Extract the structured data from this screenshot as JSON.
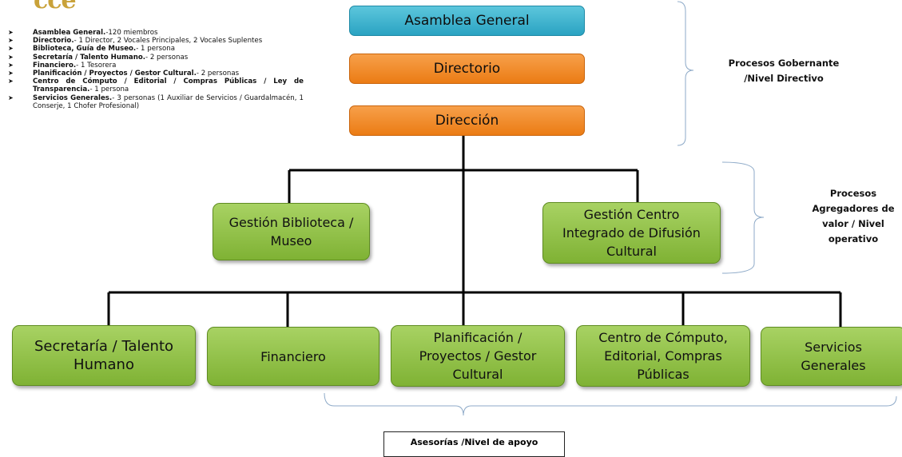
{
  "logo": "cce",
  "legend": [
    {
      "bold": "Asamblea General.",
      "text": "-120 miembros"
    },
    {
      "bold": "Directorio.",
      "text": "- 1 Director, 2 Vocales Principales, 2 Vocales Suplentes"
    },
    {
      "bold": "Biblioteca, Guía de Museo.",
      "text": "- 1 persona"
    },
    {
      "bold": "Secretaría / Talento Humano.",
      "text": "- 2 personas"
    },
    {
      "bold": "Financiero.",
      "text": "- 1 Tesorera"
    },
    {
      "bold": "Planificación / Proyectos / Gestor Cultural.",
      "text": "- 2 personas"
    },
    {
      "bold": "Centro de Cómputo / Editorial / Compras Públicas / Ley de Transparencia.",
      "text": "- 1 persona"
    },
    {
      "bold": "Servicios Generales.",
      "text": "- 3 personas (1 Auxiliar de Servicios / Guardalmacén, 1 Conserje, 1 Chofer Profesional)"
    }
  ],
  "nodes": {
    "asamblea": "Asamblea General",
    "directorio": "Directorio",
    "direccion": "Dirección",
    "biblioteca": "Gestión Biblioteca / Museo",
    "difusion": "Gestión Centro Integrado de Difusión Cultural",
    "secretaria": "Secretaría / Talento Humano",
    "financiero": "Financiero",
    "planificacion": "Planificación / Proyectos / Gestor Cultural",
    "computo": "Centro de Cómputo, Editorial, Compras Públicas",
    "servicios": "Servicios Generales"
  },
  "labels": {
    "gobernante": "Procesos Gobernante /Nivel Directivo",
    "agregadores": "Procesos Agregadores de valor / Nivel operativo",
    "apoyo": "Asesorías /Nivel de apoyo"
  },
  "colors": {
    "blue": "#3cb4d0",
    "orange": "#f08c28",
    "green": "#92c347",
    "logo": "#c9a23a"
  }
}
